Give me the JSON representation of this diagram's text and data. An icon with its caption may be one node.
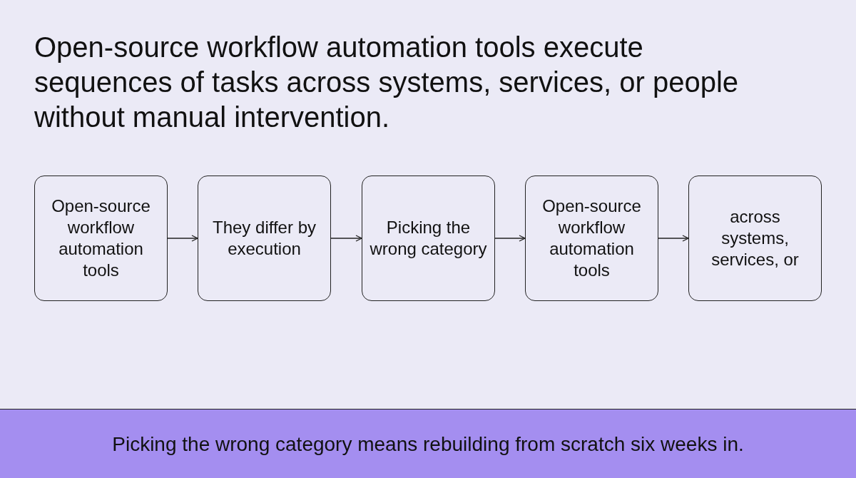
{
  "diagram": {
    "title": "Open-source workflow automation tools execute sequences of tasks across systems, services, or people without manual intervention.",
    "caption": "Picking the wrong category means rebuilding from scratch six weeks in.",
    "nodes": [
      {
        "text": [
          "Open-source workflow automation tools"
        ]
      },
      {
        "text": [
          "They differ by execution"
        ]
      },
      {
        "text": [
          "Picking the wrong category"
        ]
      },
      {
        "text": [
          "Open-source workflow automation tools"
        ]
      },
      {
        "text": [
          "across systems, services, or"
        ]
      }
    ],
    "edges": [
      {
        "from": 0,
        "to": 1,
        "arrow": "to"
      },
      {
        "from": 1,
        "to": 2,
        "arrow": "to"
      },
      {
        "from": 2,
        "to": 3,
        "arrow": "to"
      },
      {
        "from": 3,
        "to": 4,
        "arrow": "to"
      }
    ]
  }
}
